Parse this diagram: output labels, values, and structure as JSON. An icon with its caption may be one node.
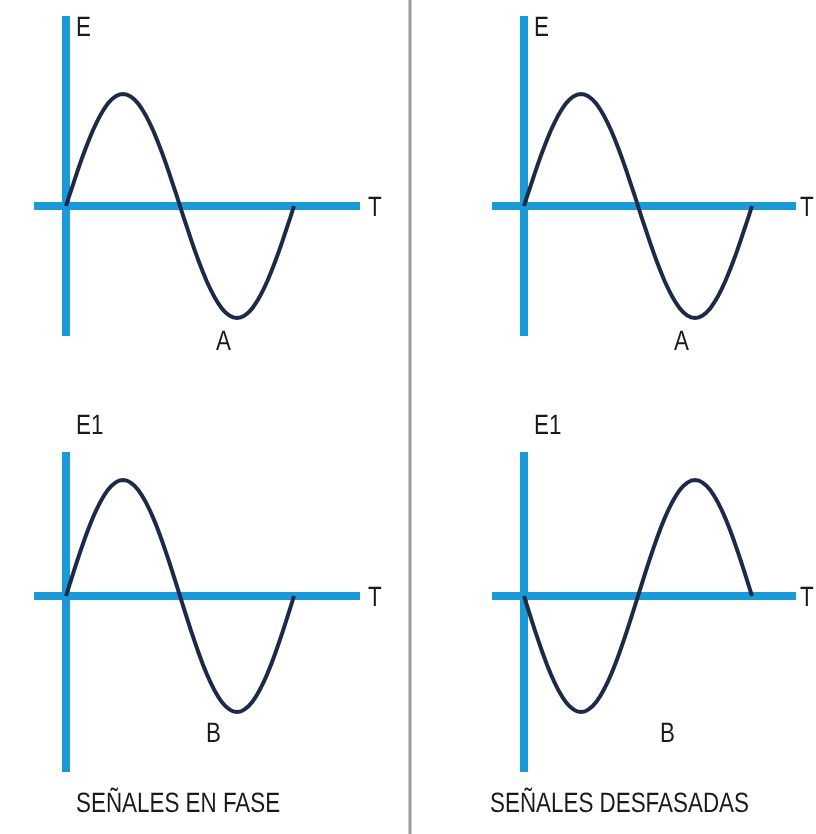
{
  "diagram": {
    "labels": [
      "E",
      "E",
      "T",
      "T",
      "A",
      "A",
      "E1",
      "E1",
      "T",
      "T",
      "B",
      "B",
      "SEÑALES EN FASE",
      "SEÑALES DESFASADAS"
    ]
  }
}
